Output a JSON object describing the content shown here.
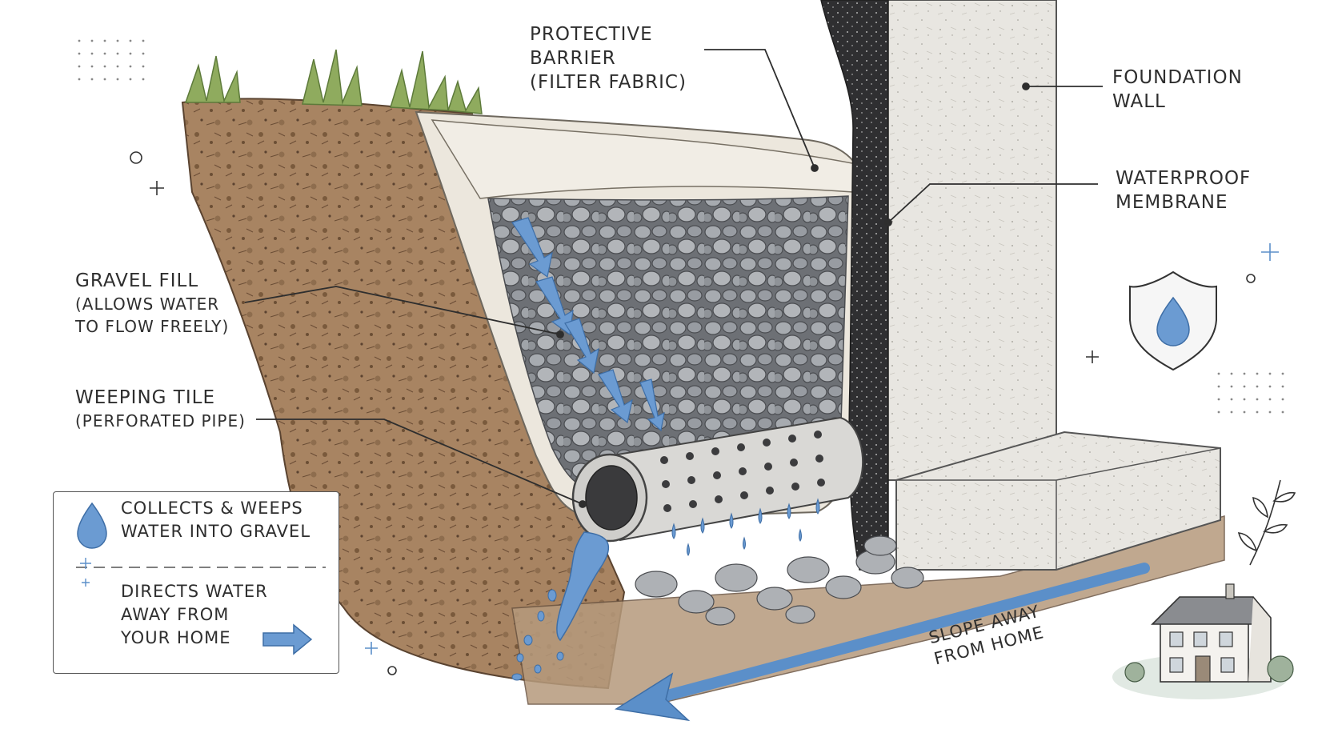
{
  "labels": {
    "protective_barrier": {
      "line1": "PROTECTIVE",
      "line2": "BARRIER",
      "line3": "(FILTER FABRIC)"
    },
    "foundation_wall": {
      "line1": "FOUNDATION",
      "line2": "WALL"
    },
    "waterproof_membrane": {
      "line1": "WATERPROOF",
      "line2": "MEMBRANE"
    },
    "gravel_fill": {
      "title": "GRAVEL FILL",
      "sub1": "(ALLOWS WATER",
      "sub2": "TO FLOW FREELY)"
    },
    "weeping_tile": {
      "title": "WEEPING TILE",
      "sub1": "(PERFORATED PIPE)"
    },
    "slope": {
      "line1": "SLOPE AWAY",
      "line2": "FROM HOME"
    }
  },
  "legend": {
    "item1": {
      "line1": "COLLECTS & WEEPS",
      "line2": "WATER INTO GRAVEL",
      "icon": "water-drop-icon"
    },
    "item2": {
      "line1": "DIRECTS WATER",
      "line2": "AWAY FROM",
      "line3": "YOUR HOME",
      "icon": "arrow-right-icon"
    }
  },
  "colors": {
    "water": "#5b8fc9",
    "soil": "#8a6a4a",
    "gravel": "#9a9ea3",
    "membrane": "#2b2b2b",
    "concrete": "#e6e4df",
    "grass": "#7f9a55",
    "fabric": "#ece7dd"
  }
}
